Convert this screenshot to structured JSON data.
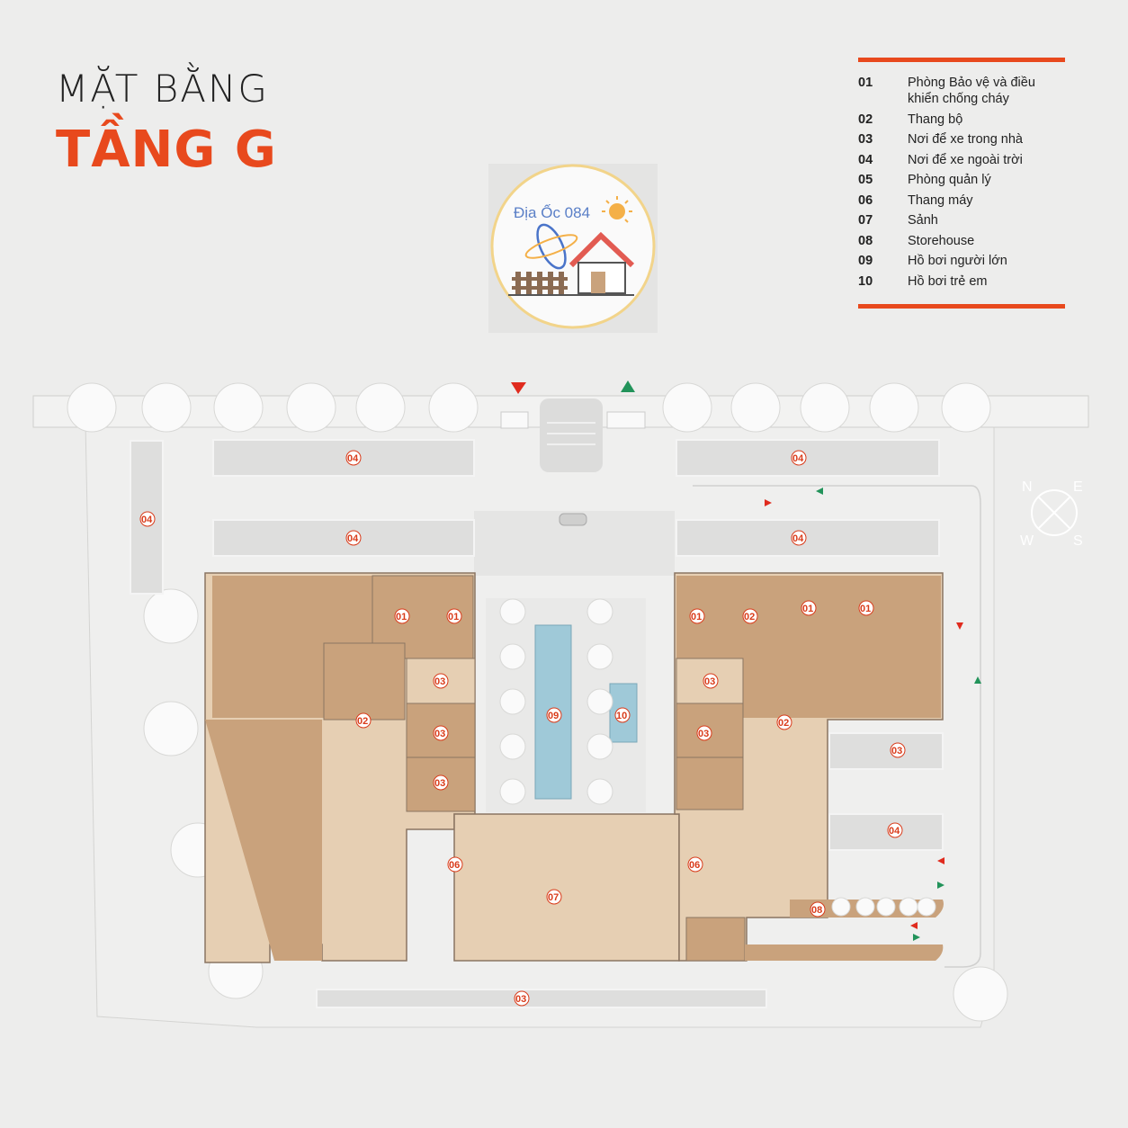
{
  "title": {
    "line1": "MẶT BẰNG",
    "line2": "TẦNG G"
  },
  "legend": [
    {
      "num": "01",
      "label": "Phòng Bảo vệ và điều khiển chống cháy"
    },
    {
      "num": "02",
      "label": "Thang bộ"
    },
    {
      "num": "03",
      "label": "Nơi để xe trong nhà"
    },
    {
      "num": "04",
      "label": "Nơi để xe ngoài trời"
    },
    {
      "num": "05",
      "label": "Phòng quản lý"
    },
    {
      "num": "06",
      "label": "Thang máy"
    },
    {
      "num": "07",
      "label": "Sảnh"
    },
    {
      "num": "08",
      "label": "Storehouse"
    },
    {
      "num": "09",
      "label": "Hồ bơi người lớn"
    },
    {
      "num": "10",
      "label": "Hồ bơi trẻ em"
    }
  ],
  "watermark": {
    "text": "Địa Ốc 084"
  },
  "compass": {
    "n": "N",
    "e": "E",
    "w": "W",
    "s": "S"
  },
  "plan_labels": {
    "p04a": "04",
    "p04b": "04",
    "p04c": "04",
    "p04d": "04",
    "p04e": "04",
    "p04f": "04",
    "p01a": "01",
    "p01b": "01",
    "p01c": "01",
    "p01d": "01",
    "p01e": "01",
    "p02a": "02",
    "p02b": "02",
    "p02c": "02",
    "p03a": "03",
    "p03b": "03",
    "p03c": "03",
    "p03d": "03",
    "p03e": "03",
    "p03f": "03",
    "p03g": "03",
    "p06a": "06",
    "p06b": "06",
    "p07": "07",
    "p08": "08",
    "p09": "09",
    "p10": "10"
  },
  "colors": {
    "accent": "#e8491d",
    "building_dark": "#c9a27c",
    "building_light": "#e6cfb3",
    "pool": "#9fc9d8"
  }
}
